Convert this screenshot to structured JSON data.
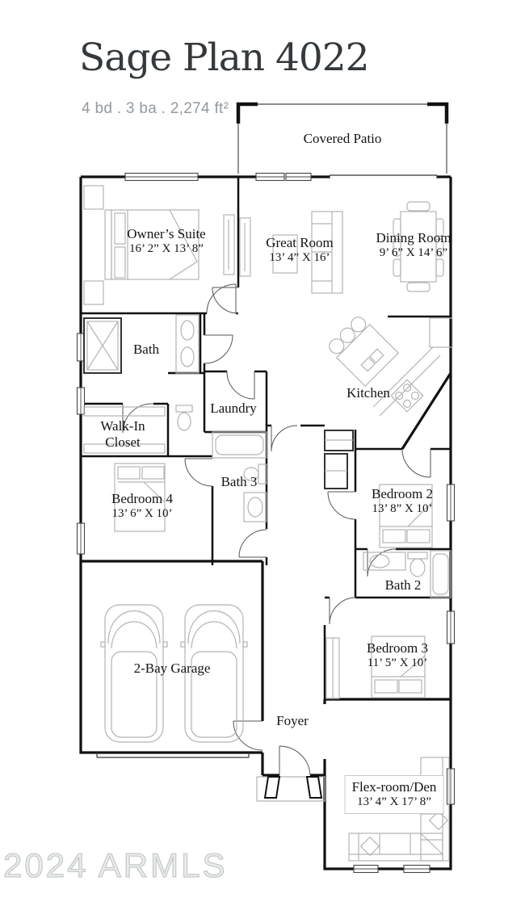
{
  "header": {
    "title": "Sage Plan 4022",
    "subtitle": "4 bd . 3 ba . 2,274 ft²"
  },
  "watermark": "2024 ARMLS",
  "colors": {
    "wall": "#111111",
    "furniture": "#b3b3b3",
    "title": "#35393c",
    "subtitle": "#94999d",
    "watermark": "#dfe1e2"
  },
  "rooms": [
    {
      "id": "covered-patio",
      "name": "Covered Patio",
      "dims": ""
    },
    {
      "id": "owners-suite",
      "name": "Owner’s Suite",
      "dims": "16’ 2” X 13’ 8”"
    },
    {
      "id": "great-room",
      "name": "Great Room",
      "dims": "13’ 4” X 16’"
    },
    {
      "id": "dining-room",
      "name": "Dining Room",
      "dims": "9’ 6” X 14’ 6”"
    },
    {
      "id": "bath",
      "name": "Bath",
      "dims": ""
    },
    {
      "id": "laundry",
      "name": "Laundry",
      "dims": ""
    },
    {
      "id": "walk-in-closet",
      "name": "Walk-In Closet",
      "dims": ""
    },
    {
      "id": "kitchen",
      "name": "Kitchen",
      "dims": ""
    },
    {
      "id": "bedroom-4",
      "name": "Bedroom 4",
      "dims": "13’ 6” X 10’"
    },
    {
      "id": "bath-3",
      "name": "Bath 3",
      "dims": ""
    },
    {
      "id": "bedroom-2",
      "name": "Bedroom 2",
      "dims": "13’ 8” X 10’"
    },
    {
      "id": "bath-2",
      "name": "Bath 2",
      "dims": ""
    },
    {
      "id": "garage",
      "name": "2-Bay Garage",
      "dims": ""
    },
    {
      "id": "bedroom-3",
      "name": "Bedroom 3",
      "dims": "11’ 5” X 10’"
    },
    {
      "id": "foyer",
      "name": "Foyer",
      "dims": ""
    },
    {
      "id": "flex-room",
      "name": "Flex-room/Den",
      "dims": "13’ 4” X 17’ 8”"
    }
  ]
}
